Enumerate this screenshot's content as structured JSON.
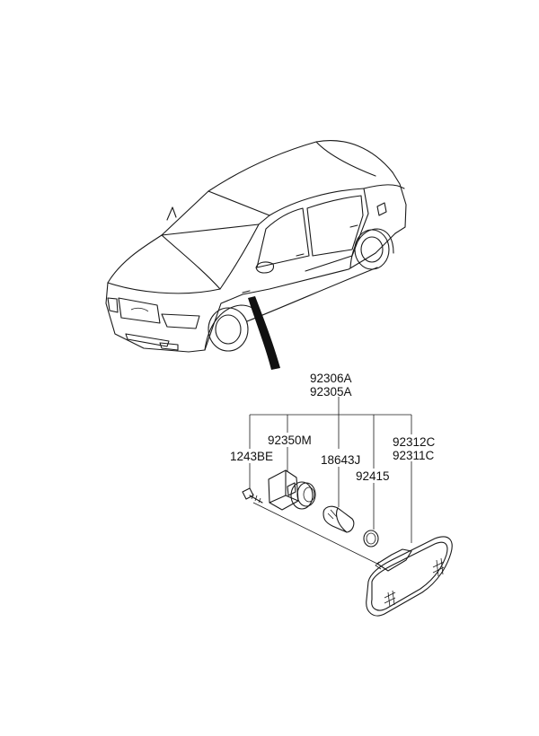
{
  "parts": {
    "assembly_a": "92306A",
    "assembly_b": "92305A",
    "screw": "1243BE",
    "socket": "92350M",
    "bulb": "18643J",
    "gasket": "92415",
    "lens_a": "92312C",
    "lens_b": "92311C"
  },
  "colors": {
    "line": "#1a1a1a",
    "background": "#ffffff"
  }
}
